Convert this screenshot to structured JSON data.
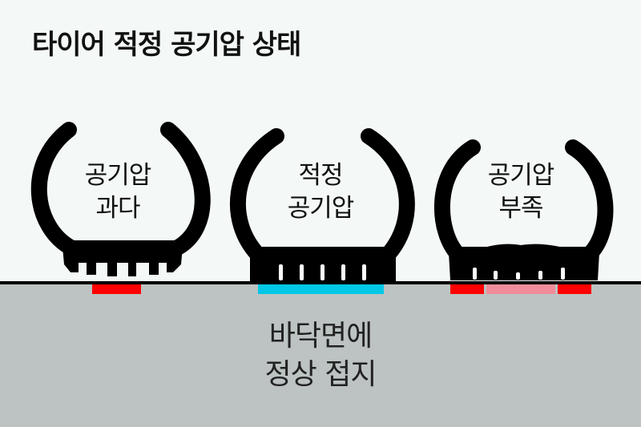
{
  "title": "타이어 적정 공기압 상태",
  "tires": [
    {
      "line1": "공기압",
      "line2": "과다"
    },
    {
      "line1": "적정",
      "line2": "공기압"
    },
    {
      "line1": "공기압",
      "line2": "부족"
    }
  ],
  "ground_caption": {
    "line1": "바닥면에",
    "line2": "정상 접지"
  },
  "colors": {
    "contact_over": "#ff0000",
    "contact_normal": "#00c8e6",
    "contact_under_edge": "#ff0000",
    "contact_under_center": "#f08c9a",
    "ground": "#bcc3c2",
    "background": "#f4f8f7"
  }
}
